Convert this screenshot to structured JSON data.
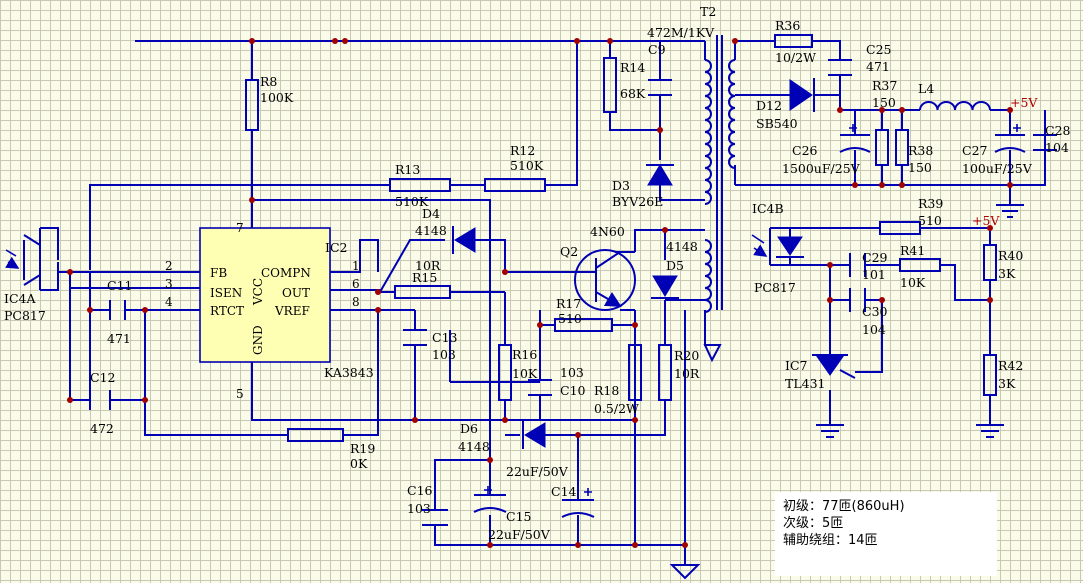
{
  "components": {
    "ic2": {
      "ref": "IC2",
      "part": "KA3843",
      "pins": [
        "FB",
        "ISEN",
        "RTCT",
        "COMPN",
        "OUT",
        "VREF",
        "VCC",
        "GND"
      ],
      "pin_numbers": [
        "1",
        "2",
        "3",
        "4",
        "5",
        "6",
        "7",
        "8"
      ]
    },
    "ic4a": {
      "ref": "IC4A",
      "part": "PC817"
    },
    "ic4b": {
      "ref": "IC4B",
      "part": "PC817"
    },
    "ic7": {
      "ref": "IC7",
      "part": "TL431"
    },
    "q2": {
      "ref": "Q2",
      "part": "4N60"
    },
    "t2": {
      "ref": "T2",
      "spec": "472M/1KV"
    },
    "r8": {
      "ref": "R8",
      "value": "100K"
    },
    "r12": {
      "ref": "R12",
      "value": "510K"
    },
    "r13": {
      "ref": "R13",
      "value": "510K"
    },
    "r14": {
      "ref": "R14",
      "value": "68K"
    },
    "r15": {
      "ref": "R15",
      "value": "10R"
    },
    "r16": {
      "ref": "R16",
      "value": "10K"
    },
    "r17": {
      "ref": "R17",
      "value": "510"
    },
    "r18": {
      "ref": "R18",
      "value": "0.5/2W"
    },
    "r19": {
      "ref": "R19",
      "value": "0K"
    },
    "r20": {
      "ref": "R20",
      "value": "10R"
    },
    "r36": {
      "ref": "R36",
      "value": "10/2W"
    },
    "r37": {
      "ref": "R37",
      "value": "150"
    },
    "r38": {
      "ref": "R38",
      "value": "150"
    },
    "r39": {
      "ref": "R39",
      "value": "510"
    },
    "r40": {
      "ref": "R40",
      "value": "3K"
    },
    "r41": {
      "ref": "R41",
      "value": "10K"
    },
    "r42": {
      "ref": "R42",
      "value": "3K"
    },
    "c9": {
      "ref": "C9"
    },
    "c10": {
      "ref": "C10",
      "value": "103"
    },
    "c11": {
      "ref": "C11",
      "value": "471"
    },
    "c12": {
      "ref": "C12",
      "value": "472"
    },
    "c13": {
      "ref": "C13",
      "value": "103"
    },
    "c14": {
      "ref": "C14",
      "value": "22uF/50V"
    },
    "c15": {
      "ref": "C15",
      "value": "22uF/50V"
    },
    "c16": {
      "ref": "C16",
      "value": "103"
    },
    "c25": {
      "ref": "C25",
      "value": "471"
    },
    "c26": {
      "ref": "C26",
      "value": "1500uF/25V"
    },
    "c27": {
      "ref": "C27",
      "value": "100uF/25V"
    },
    "c28": {
      "ref": "C28",
      "value": "104"
    },
    "c29": {
      "ref": "C29",
      "value": "101"
    },
    "c30": {
      "ref": "C30",
      "value": "104"
    },
    "d3": {
      "ref": "D3",
      "part": "BYV26E"
    },
    "d4": {
      "ref": "D4",
      "part": "4148"
    },
    "d5": {
      "ref": "D5",
      "part": "4148"
    },
    "d6": {
      "ref": "D6",
      "part": "4148"
    },
    "d12": {
      "ref": "D12",
      "part": "SB540"
    },
    "l4": {
      "ref": "L4"
    },
    "vout": {
      "net": "+5V"
    }
  },
  "notes": [
    "初级：77匝(860uH)",
    "次级：5匝",
    "辅助绕组：14匝"
  ]
}
